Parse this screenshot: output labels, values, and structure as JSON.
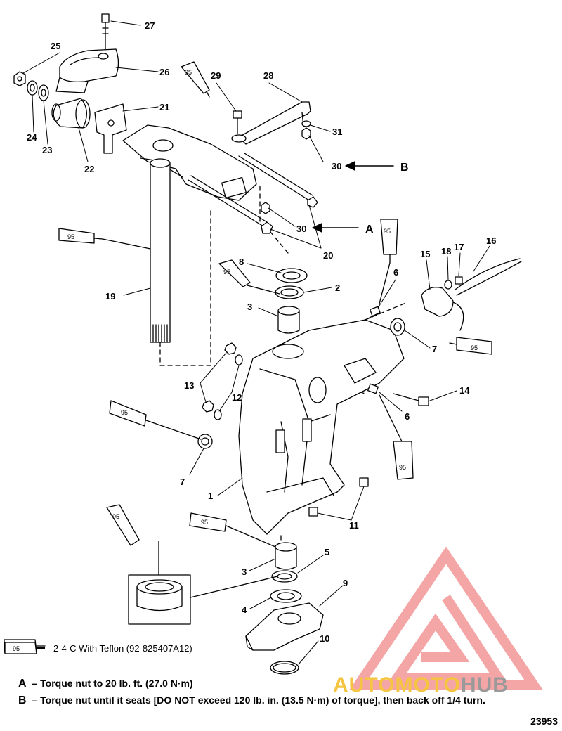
{
  "callouts": {
    "c1": "1",
    "c2": "2",
    "c3a": "3",
    "c3b": "3",
    "c4": "4",
    "c5": "5",
    "c6a": "6",
    "c6b": "6",
    "c7a": "7",
    "c7b": "7",
    "c8": "8",
    "c9": "9",
    "c10": "10",
    "c11": "11",
    "c12": "12",
    "c13": "13",
    "c14": "14",
    "c15": "15",
    "c16": "16",
    "c17": "17",
    "c18": "18",
    "c19": "19",
    "c20": "20",
    "c21": "21",
    "c22": "22",
    "c23": "23",
    "c24": "24",
    "c25": "25",
    "c26": "26",
    "c27": "27",
    "c28": "28",
    "c29": "29",
    "c30a": "30",
    "c30b": "30",
    "c31": "31",
    "cA": "A",
    "cB": "B"
  },
  "tube_label": "95",
  "legend": {
    "tube_label": "95",
    "text": "2-4-C  With Teflon (92-825407A12)"
  },
  "notes": [
    {
      "key": "A",
      "text": "– Torque nut to 20 lb. ft. (27.0 N·m)"
    },
    {
      "key": "B",
      "text": "– Torque nut until it seats [DO NOT exceed 120 lb. in. (13.5 N·m) of torque], then back off 1/4 turn."
    }
  ],
  "ref_number": "23953",
  "watermark": {
    "text_auto": "AUTOMOTO",
    "text_hub": "HUB",
    "color": "#f4a6a6"
  }
}
